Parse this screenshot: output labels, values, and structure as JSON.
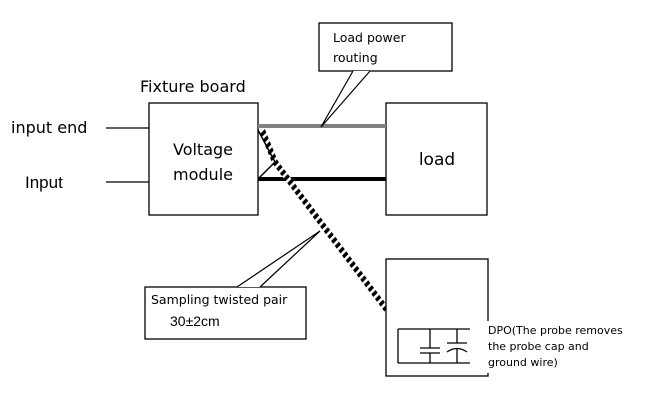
{
  "diagram": {
    "fixture_board_label": "Fixture board",
    "module_line1": "Voltage",
    "module_line2": "module",
    "input_end_label": "input end",
    "input_label": "Input",
    "load_label": "load",
    "routing_line1": "Load power",
    "routing_line2": "routing",
    "twisted_line1": "Sampling twisted pair",
    "twisted_line2": "30±2cm",
    "dpo_line1": "DPO(The probe removes",
    "dpo_line2": "the probe cap and",
    "dpo_line3": "ground wire)"
  },
  "colors": {
    "line": "#000000",
    "positive_rail": "#808080",
    "background": "#ffffff"
  }
}
